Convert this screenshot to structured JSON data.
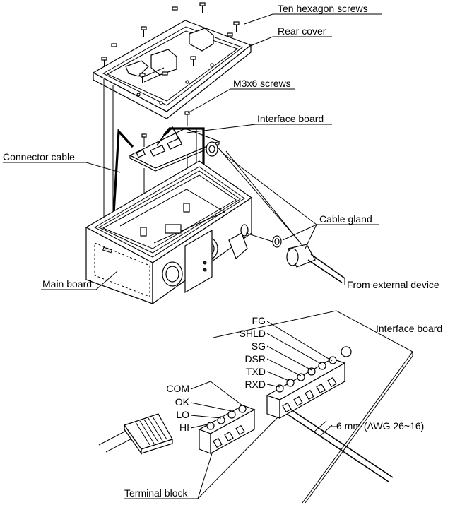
{
  "upper": {
    "labels": {
      "ten_hex_screws": "Ten hexagon screws",
      "rear_cover": "Rear cover",
      "m3x6_screws": "M3x6 screws",
      "interface_board": "Interface board",
      "connector_cable": "Connector cable",
      "cable_gland": "Cable gland",
      "main_board": "Main board",
      "from_external": "From external device"
    }
  },
  "lower": {
    "labels": {
      "interface_board": "Interface board",
      "terminal_block": "Terminal block",
      "strip_length": "6 mm (AWG 26~16)"
    },
    "terminals_right": [
      "FG",
      "SHLD",
      "SG",
      "DSR",
      "TXD",
      "RXD"
    ],
    "terminals_left": [
      "COM",
      "OK",
      "LO",
      "HI"
    ]
  }
}
